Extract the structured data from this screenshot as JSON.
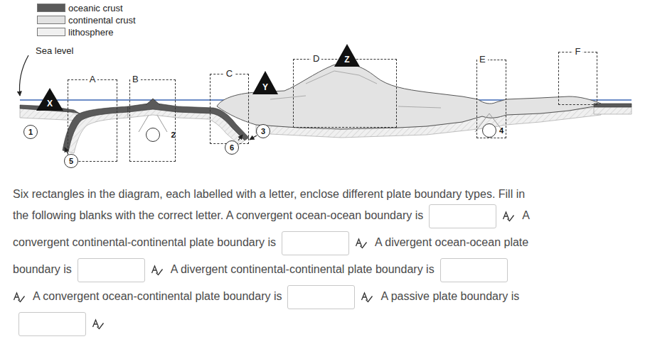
{
  "diagram": {
    "nodes": [
      {
        "text": [
          "X"
        ]
      },
      {
        "text": [
          "1"
        ]
      },
      {
        "text": [
          "5"
        ]
      },
      {
        "text": [
          "A"
        ]
      },
      {
        "text": [
          "B"
        ]
      },
      {
        "text": [
          "2"
        ],
        "in": 4
      },
      {
        "text": [
          "C"
        ]
      },
      {
        "text": [
          "6"
        ]
      },
      {
        "text": [
          "Y"
        ]
      },
      {
        "text": [
          "3"
        ]
      },
      {
        "text": [
          "D"
        ]
      },
      {
        "text": [
          "Z"
        ]
      },
      {
        "text": [
          "E"
        ]
      },
      {
        "text": [
          "4"
        ],
        "in": 12
      },
      {
        "text": [
          "F"
        ]
      }
    ],
    "labels": [
      "Sea level",
      "Six rectangles in the diagram, each labelled with a letter, enclose different plate boundary types. Fill in the following blanks with the correct letter. A convergent ocean-ocean boundary is",
      "A convergent continental-continental plate boundary is",
      "A divergent ocean-ocean plate boundary is",
      "A divergent continental-continental plate boundary is",
      "A convergent ocean-continental plate boundary is",
      "A passive plate boundary is"
    ],
    "legend": [
      {
        "text": "oceanic crust",
        "color": "#5a5a5a"
      },
      {
        "text": "continental crust",
        "color": "#e3e3e3"
      },
      {
        "text": "lithosphere",
        "color": "#f0f0f0"
      }
    ]
  }
}
